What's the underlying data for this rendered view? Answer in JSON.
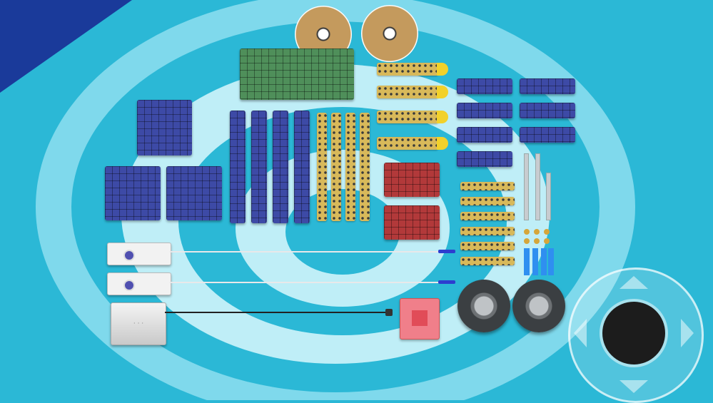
{
  "scene": {
    "background_color": "#2bb8d6",
    "ring_color": "#bfeef7",
    "corner_color": "#1a3a9a"
  },
  "joystick": {
    "knob_color": "#1c1c1c",
    "ring_color": "#ffffff",
    "arrows": [
      "arrow-up",
      "arrow-right",
      "arrow-down",
      "arrow-left"
    ]
  },
  "parts": {
    "spools": 2,
    "blue_square_plates": 3,
    "blue_long_plates": 4,
    "yellow_beams_vertical": 4,
    "yellow_beams_horizontal": 4,
    "green_plate": 1,
    "blue_small_plates": 7,
    "red_plates": 2,
    "gold_beams": 6,
    "metal_rods": 3,
    "servos": 2,
    "battery_box": 1,
    "controller_board": 1,
    "wheels": 2
  },
  "battery": {
    "label": "· · ·"
  }
}
